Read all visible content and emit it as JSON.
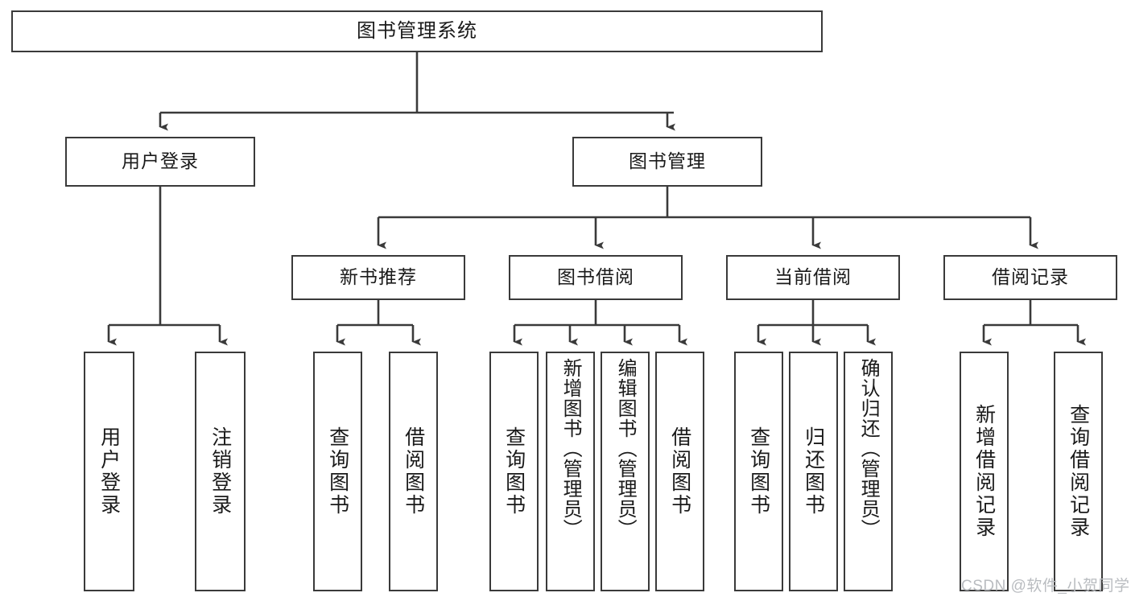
{
  "diagram": {
    "title": "图书管理系统",
    "type": "hierarchy-tree",
    "watermark": "CSDN @软件_小贺同学",
    "colors": {
      "stroke": "#3a3a3a",
      "fill": "#ffffff",
      "text": "#1a1a1a",
      "watermark": "#b9bcc0"
    },
    "levels": {
      "root": {
        "label": "图书管理系统"
      },
      "level2": [
        {
          "id": "user-login",
          "label": "用户登录"
        },
        {
          "id": "book-manage",
          "label": "图书管理"
        }
      ],
      "level3": [
        {
          "id": "new-book-recommend",
          "label": "新书推荐",
          "parent": "book-manage"
        },
        {
          "id": "book-borrow",
          "label": "图书借阅",
          "parent": "book-manage"
        },
        {
          "id": "current-borrow",
          "label": "当前借阅",
          "parent": "book-manage"
        },
        {
          "id": "borrow-record",
          "label": "借阅记录",
          "parent": "book-manage"
        }
      ],
      "leaves": [
        {
          "id": "leaf-user-login",
          "label": "用户登录",
          "parent": "user-login"
        },
        {
          "id": "leaf-user-logout",
          "label": "注销登录",
          "parent": "user-login"
        },
        {
          "id": "leaf-query-book-1",
          "label": "查询图书",
          "parent": "new-book-recommend"
        },
        {
          "id": "leaf-borrow-book-1",
          "label": "借阅图书",
          "parent": "new-book-recommend"
        },
        {
          "id": "leaf-query-book-2",
          "label": "查询图书",
          "parent": "book-borrow"
        },
        {
          "id": "leaf-add-book",
          "label": "新增图书（管理员）",
          "parent": "book-borrow"
        },
        {
          "id": "leaf-edit-book",
          "label": "编辑图书（管理员）",
          "parent": "book-borrow"
        },
        {
          "id": "leaf-borrow-book-2",
          "label": "借阅图书",
          "parent": "book-borrow"
        },
        {
          "id": "leaf-query-book-3",
          "label": "查询图书",
          "parent": "current-borrow"
        },
        {
          "id": "leaf-return-book",
          "label": "归还图书",
          "parent": "current-borrow"
        },
        {
          "id": "leaf-confirm-return",
          "label": "确认归还（管理员）",
          "parent": "current-borrow"
        },
        {
          "id": "leaf-add-record",
          "label": "新增借阅记录",
          "parent": "borrow-record"
        },
        {
          "id": "leaf-query-record",
          "label": "查询借阅记录",
          "parent": "borrow-record"
        }
      ]
    }
  }
}
